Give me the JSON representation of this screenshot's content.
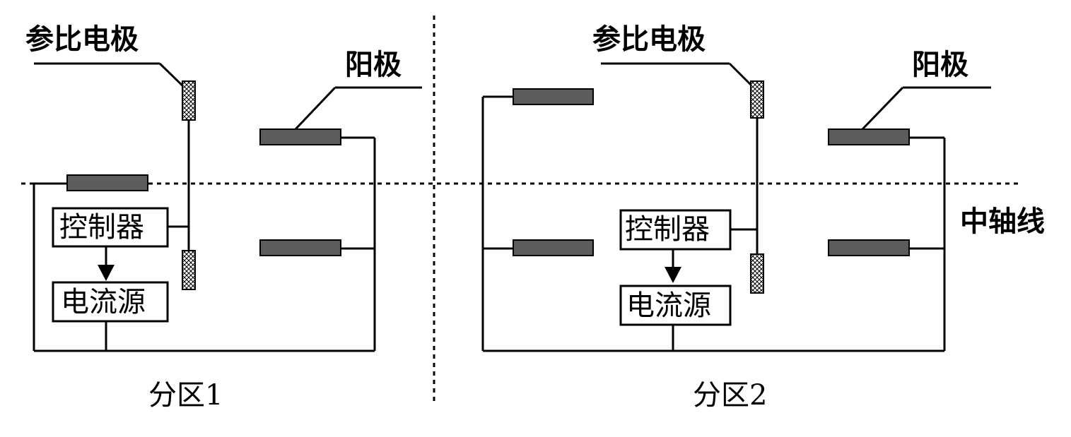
{
  "labels": {
    "reference_electrode": "参比电极",
    "anode": "阳极",
    "controller": "控制器",
    "current_source": "电流源",
    "center_axis": "中轴线"
  },
  "zones": [
    {
      "label": "分区1"
    },
    {
      "label": "分区2"
    }
  ],
  "colors": {
    "line": "#000000",
    "anode_fill": "#5c5c5c",
    "background": "#ffffff"
  }
}
